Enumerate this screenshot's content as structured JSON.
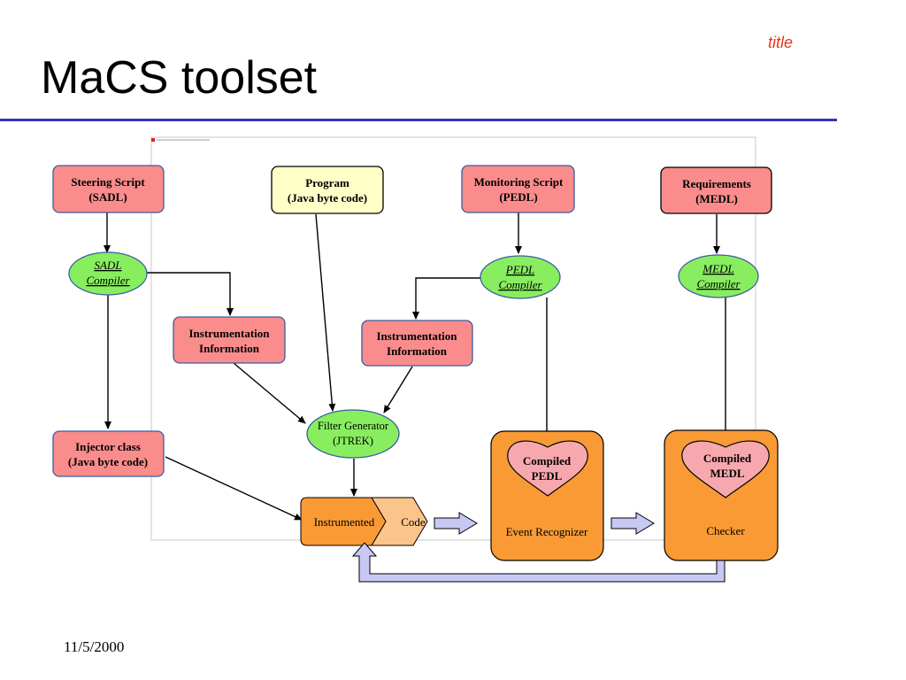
{
  "slide": {
    "title": "MaCS toolset",
    "corner_label": "title",
    "date": "11/5/2000"
  },
  "diagram": {
    "steering_script": [
      "Steering Script",
      "(SADL)"
    ],
    "program": [
      "Program",
      "(Java byte code)"
    ],
    "monitoring_script": [
      "Monitoring Script",
      "(PEDL)"
    ],
    "requirements": [
      "Requirements",
      "(MEDL)"
    ],
    "sadl_compiler": [
      "SADL",
      "Compiler"
    ],
    "pedl_compiler": [
      "PEDL",
      "Compiler"
    ],
    "medl_compiler": [
      "MEDL",
      "Compiler"
    ],
    "instr_info_left": [
      "Instrumentation",
      "Information"
    ],
    "instr_info_right": [
      "Instrumentation",
      "Information"
    ],
    "filter_generator": [
      "Filter Generator",
      "(JTREK)"
    ],
    "injector_class": [
      "Injector class",
      "(Java byte code)"
    ],
    "instrumented": "Instrumented",
    "code": "Code",
    "compiled_pedl": [
      "Compiled",
      "PEDL"
    ],
    "event_recognizer": "Event Recognizer",
    "compiled_medl": [
      "Compiled",
      "MEDL"
    ],
    "checker": "Checker"
  },
  "colors": {
    "red_box": "#fa8c8c",
    "yellow_box": "#ffffc8",
    "green_ellipse": "#88ee60",
    "orange": "#f99a35",
    "pink_heart": "#f7a8ae",
    "peach": "#fbc48a",
    "arrow_fill": "#c8c8f5",
    "rule": "#3333bb"
  }
}
